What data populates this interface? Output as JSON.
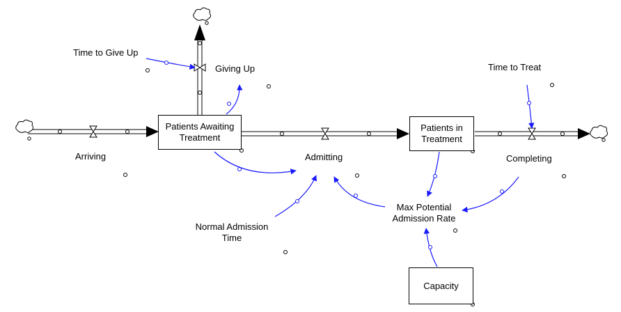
{
  "stocks": {
    "patients_awaiting": "Patients Awaiting\nTreatment",
    "patients_in_treatment": "Patients in\nTreatment",
    "capacity": "Capacity"
  },
  "flows": {
    "arriving": "Arriving",
    "giving_up": "Giving Up",
    "admitting": "Admitting",
    "completing": "Completing"
  },
  "variables": {
    "time_to_give_up": "Time to Give Up",
    "time_to_treat": "Time to Treat",
    "normal_admission_time": "Normal Admission\nTime",
    "max_potential_admission_rate": "Max Potential\nAdmission Rate"
  },
  "colors": {
    "link": "#1a1aff",
    "pipe": "#000000",
    "background": "#ffffff"
  },
  "icons": {
    "source_sink": "cloud-icon",
    "valve": "valve-icon"
  }
}
